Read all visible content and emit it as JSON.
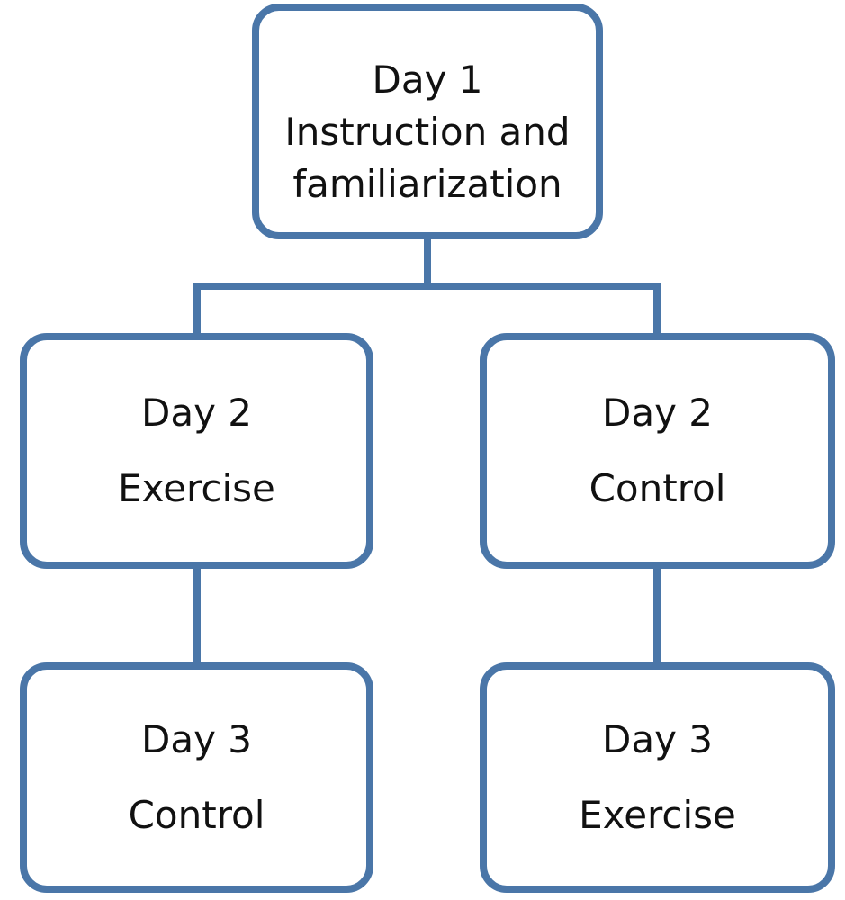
{
  "colors": {
    "stroke": "#4a76a8",
    "fill": "#ffffff",
    "text": "#111111"
  },
  "nodes": {
    "day1": {
      "lines": [
        "Day 1",
        "Instruction and",
        "familiarization"
      ]
    },
    "day2_exercise": {
      "lines": [
        "Day 2",
        "Exercise"
      ]
    },
    "day2_control": {
      "lines": [
        "Day 2",
        "Control"
      ]
    },
    "day3_control": {
      "lines": [
        "Day 3",
        "Control"
      ]
    },
    "day3_exercise": {
      "lines": [
        "Day 3",
        "Exercise"
      ]
    }
  }
}
